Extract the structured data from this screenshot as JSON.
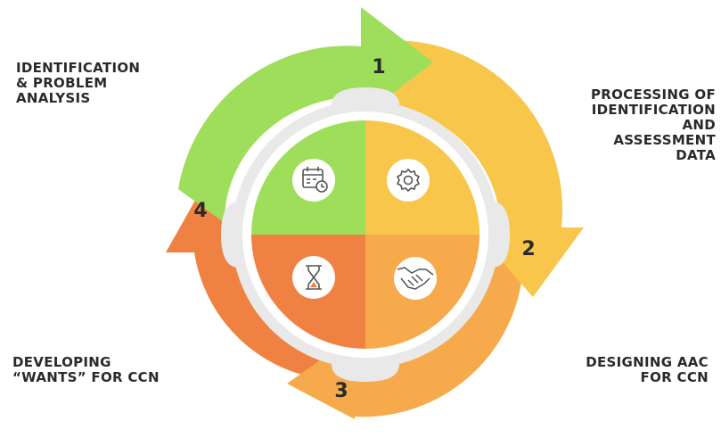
{
  "steps": [
    {
      "number": "1",
      "label": "IDENTIFICATION\n& PROBLEM\nANALYSIS",
      "color": "#9fde5a",
      "icon": "calendar-clock-icon"
    },
    {
      "number": "2",
      "label": "PROCESSING OF\nIDENTIFICATION\nAND\nASSESSMENT\nDATA",
      "color": "#f7c64a",
      "icon": "gear-icon"
    },
    {
      "number": "3",
      "label": "DESIGNING AAC\nFOR CCN",
      "color": "#f6aa4b",
      "icon": "handshake-icon"
    },
    {
      "number": "4",
      "label": "DEVELOPING\n“WANTS” FOR CCN",
      "color": "#ef8242",
      "icon": "hourglass-icon"
    }
  ],
  "colors": {
    "ring_gray": "#e9e9e9",
    "text": "#2a2a2a",
    "icon_stroke": "#555555"
  }
}
